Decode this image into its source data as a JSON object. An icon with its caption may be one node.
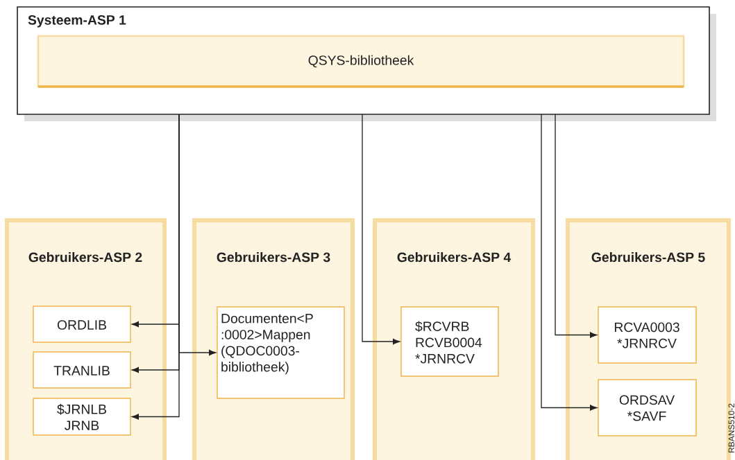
{
  "diagram": {
    "nodes": [
      {
        "text": [
          "Systeem-ASP 1"
        ]
      },
      {
        "text": [
          "QSYS-bibliotheek"
        ],
        "in": 0
      },
      {
        "text": [
          "Gebruikers-ASP 2"
        ]
      },
      {
        "text": [
          "ORDLIB"
        ],
        "in": 2
      },
      {
        "text": [
          "TRANLIB"
        ],
        "in": 2
      },
      {
        "text": [
          "$JRNLB JRNB"
        ],
        "in": 2
      },
      {
        "text": [
          "Gebruikers-ASP 3"
        ]
      },
      {
        "text": [
          "Documenten<P :0002>Mappen (QDOC0003-bibliotheek)"
        ],
        "in": 6
      },
      {
        "text": [
          "Gebruikers-ASP 4"
        ]
      },
      {
        "text": [
          "$RCVRB RCVB0004 *JRNRCV"
        ],
        "in": 8
      },
      {
        "text": [
          "Gebruikers-ASP 5"
        ]
      },
      {
        "text": [
          "RCVA0003 *JRNRCV"
        ],
        "in": 10
      },
      {
        "text": [
          "ORDSAV *SAVF"
        ],
        "in": 10
      }
    ],
    "edges": [
      {
        "from": 0,
        "to": 3,
        "arrow": "to"
      },
      {
        "from": 0,
        "to": 7,
        "arrow": "to"
      },
      {
        "from": 0,
        "to": 4,
        "arrow": "to"
      },
      {
        "from": 0,
        "to": 5,
        "arrow": "to"
      },
      {
        "from": 0,
        "to": 9,
        "arrow": "to"
      },
      {
        "from": 0,
        "to": 11,
        "arrow": "to"
      },
      {
        "from": 0,
        "to": 12,
        "arrow": "to"
      }
    ],
    "labels": [
      "RBANS510-2"
    ]
  }
}
